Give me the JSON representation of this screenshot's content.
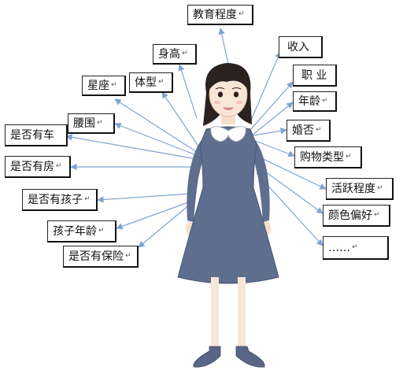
{
  "center_figure": "woman-illustration",
  "return_mark": "↵",
  "colors": {
    "arrow": "#7fa3d4",
    "dress": "#5f6e8e",
    "hair": "#2b221f",
    "border": "#222222"
  },
  "labels": {
    "education": "教育程度",
    "height": "身高",
    "income": "收入",
    "occupation": "职 业",
    "constellation": "星座",
    "body_type": "体型",
    "age": "年龄",
    "waist": "腰围",
    "marriage": "婚否",
    "has_car": "是否有车",
    "shopping_type": "购物类型",
    "has_house": "是否有房",
    "activity": "活跃程度",
    "has_children": "是否有孩子",
    "color_pref": "颜色偏好",
    "child_age": "孩子年龄",
    "more": "……",
    "has_insurance": "是否有保险"
  }
}
